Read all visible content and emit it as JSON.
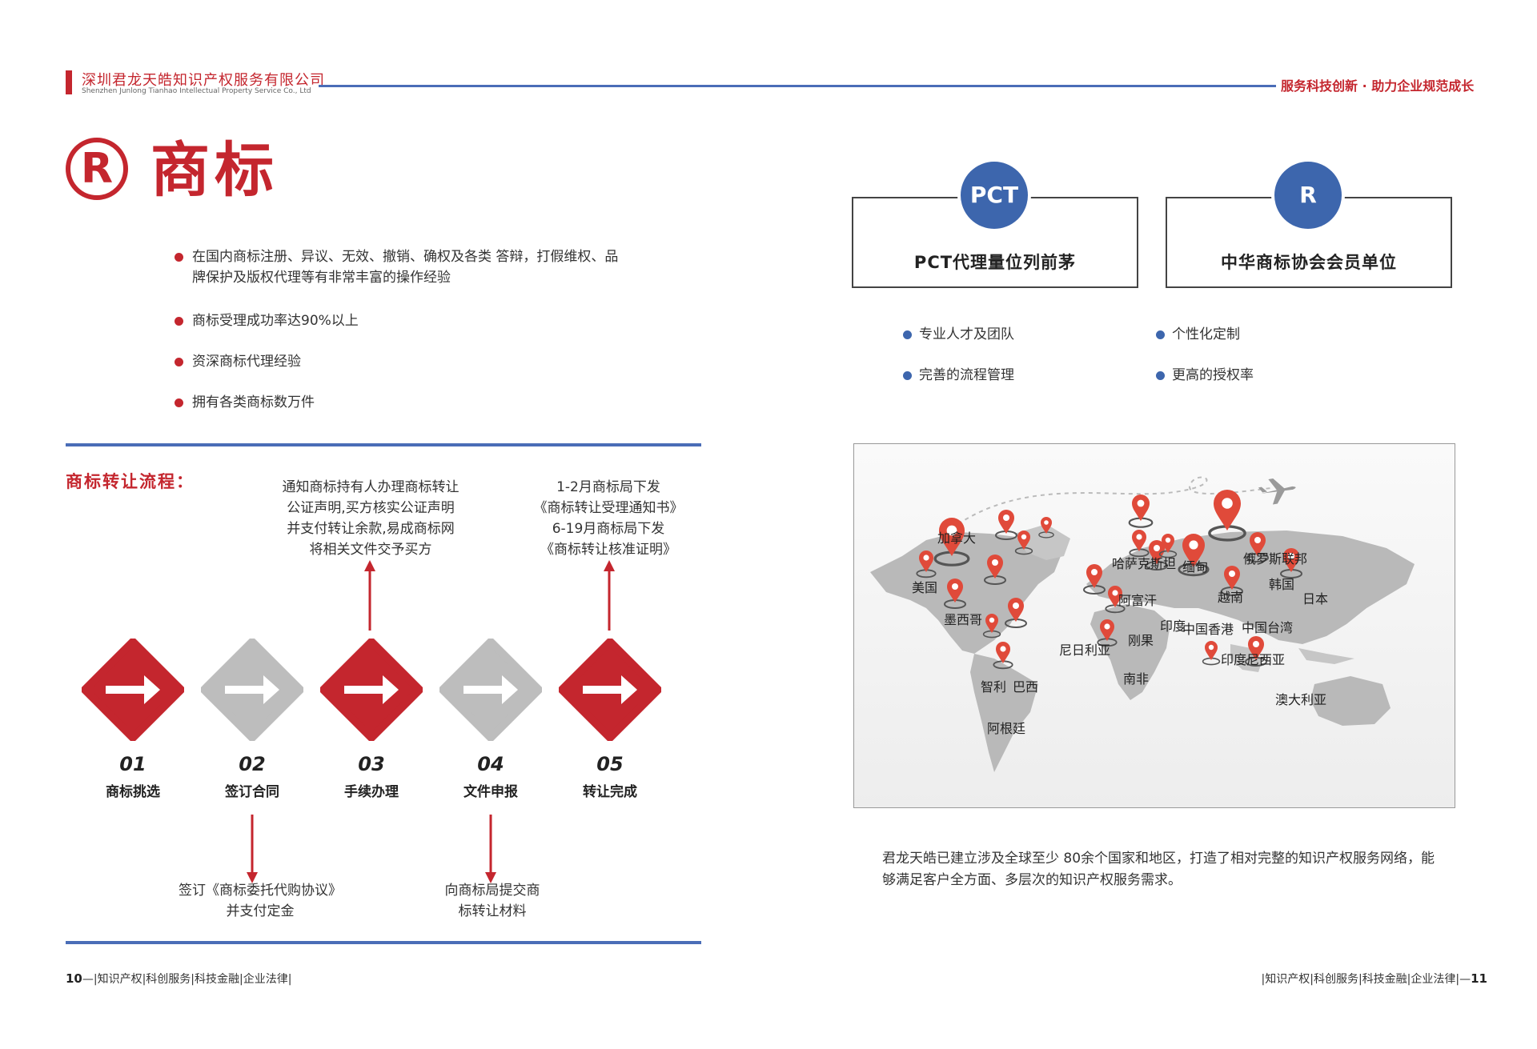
{
  "header": {
    "company_cn": "深圳君龙天皓知识产权服务有限公司",
    "company_en": "Shenzhen Junlong Tianhao Intellectual Property Service Co., Ltd",
    "slogan": "服务科技创新 · 助力企业规范成长"
  },
  "title": {
    "symbol": "R",
    "text": "商标"
  },
  "bullets": [
    "在国内商标注册、异议、无效、撤销、确权及各类 答辩，打假维权、品牌保护及版权代理等有非常丰富的操作经验",
    "商标受理成功率达90%以上",
    "资深商标代理经验",
    "拥有各类商标数万件"
  ],
  "process": {
    "title": "商标转让流程：",
    "steps": [
      {
        "num": "01",
        "label": "商标挑选",
        "color": "#c4262e"
      },
      {
        "num": "02",
        "label": "签订合同",
        "color": "#bdbdbd"
      },
      {
        "num": "03",
        "label": "手续办理",
        "color": "#c4262e"
      },
      {
        "num": "04",
        "label": "文件申报",
        "color": "#bdbdbd"
      },
      {
        "num": "05",
        "label": "转让完成",
        "color": "#c4262e"
      }
    ],
    "note_03": "通知商标持有人办理商标转让\n公证声明,买方核实公证声明\n并支付转让余款,易成商标网\n将相关文件交予买方",
    "note_05": "1-2月商标局下发\n《商标转让受理通知书》\n6-19月商标局下发\n《商标转让核准证明》",
    "note_02": "签订《商标委托代购协议》\n并支付定金",
    "note_04": "向商标局提交商\n标转让材料"
  },
  "badges": [
    {
      "badge": "PCT",
      "text": "PCT代理量位列前茅"
    },
    {
      "badge": "R",
      "text": "中华商标协会会员单位"
    }
  ],
  "features_left": [
    "专业人才及团队",
    "完善的流程管理"
  ],
  "features_right": [
    "个性化定制",
    "更高的授权率"
  ],
  "map_labels": {
    "canada": "加拿大",
    "usa": "美国",
    "mexico": "墨西哥",
    "chile": "智利",
    "brazil": "巴西",
    "argentina": "阿根廷",
    "kazakhstan": "哈萨克斯坦",
    "afghanistan": "阿富汗",
    "india": "印度",
    "nigeria": "尼日利亚",
    "congo": "刚果",
    "south_africa": "南非",
    "myanmar": "缅甸",
    "russia": "俄罗斯联邦",
    "korea": "韩国",
    "japan": "日本",
    "vietnam": "越南",
    "hongkong": "中国香港",
    "taiwan": "中国台湾",
    "indonesia": "印度尼西亚",
    "australia": "澳大利亚"
  },
  "description": "君龙天皓已建立涉及全球至少 80余个国家和地区，打造了相对完整的知识产权服务网络，能够满足客户全方面、多层次的知识产权服务需求。",
  "footer": {
    "left_page": "10",
    "right_page": "11",
    "left_text": "—|知识产权|科创服务|科技金融|企业法律|",
    "right_text": "|知识产权|科创服务|科技金融|企业法律|—"
  }
}
